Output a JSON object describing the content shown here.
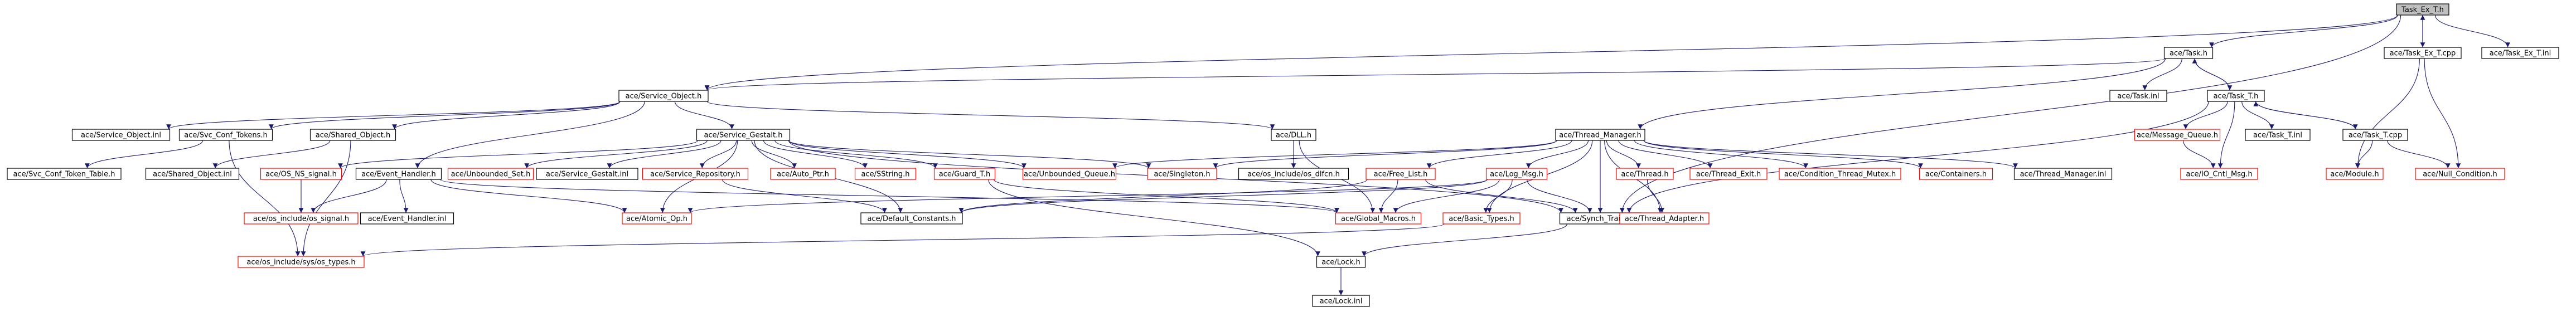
{
  "diagram": {
    "colors": {
      "edge": "#191970",
      "red_border": "#ff0000",
      "black_border": "#000000",
      "root_fill": "#bfbfbf"
    },
    "nodes": [
      {
        "id": "task_ex_t_h",
        "label": "Task_Ex_T.h",
        "style": "root"
      },
      {
        "id": "task_h",
        "label": "ace/Task.h",
        "style": "black"
      },
      {
        "id": "task_ex_t_cpp",
        "label": "ace/Task_Ex_T.cpp",
        "style": "black"
      },
      {
        "id": "task_ex_t_inl",
        "label": "ace/Task_Ex_T.inl",
        "style": "black"
      },
      {
        "id": "service_object_h",
        "label": "ace/Service_Object.h",
        "style": "black"
      },
      {
        "id": "task_inl",
        "label": "ace/Task.inl",
        "style": "black"
      },
      {
        "id": "task_t_h",
        "label": "ace/Task_T.h",
        "style": "black"
      },
      {
        "id": "service_object_inl",
        "label": "ace/Service_Object.inl",
        "style": "black"
      },
      {
        "id": "svc_conf_tokens_h",
        "label": "ace/Svc_Conf_Tokens.h",
        "style": "black"
      },
      {
        "id": "shared_object_h",
        "label": "ace/Shared_Object.h",
        "style": "black"
      },
      {
        "id": "service_gestalt_h",
        "label": "ace/Service_Gestalt.h",
        "style": "black"
      },
      {
        "id": "dll_h",
        "label": "ace/DLL.h",
        "style": "black"
      },
      {
        "id": "thread_manager_h",
        "label": "ace/Thread_Manager.h",
        "style": "black"
      },
      {
        "id": "message_queue_h",
        "label": "ace/Message_Queue.h",
        "style": "red"
      },
      {
        "id": "task_t_inl",
        "label": "ace/Task_T.inl",
        "style": "black"
      },
      {
        "id": "task_t_cpp",
        "label": "ace/Task_T.cpp",
        "style": "black"
      },
      {
        "id": "svc_conf_token_table_h",
        "label": "ace/Svc_Conf_Token_Table.h",
        "style": "black"
      },
      {
        "id": "shared_object_inl",
        "label": "ace/Shared_Object.inl",
        "style": "black"
      },
      {
        "id": "os_ns_signal_h",
        "label": "ace/OS_NS_signal.h",
        "style": "red"
      },
      {
        "id": "event_handler_h",
        "label": "ace/Event_Handler.h",
        "style": "black"
      },
      {
        "id": "unbounded_set_h",
        "label": "ace/Unbounded_Set.h",
        "style": "red"
      },
      {
        "id": "service_gestalt_inl",
        "label": "ace/Service_Gestalt.inl",
        "style": "black"
      },
      {
        "id": "service_repository_h",
        "label": "ace/Service_Repository.h",
        "style": "red"
      },
      {
        "id": "auto_ptr_h",
        "label": "ace/Auto_Ptr.h",
        "style": "red"
      },
      {
        "id": "sstring_h",
        "label": "ace/SString.h",
        "style": "red"
      },
      {
        "id": "guard_t_h",
        "label": "ace/Guard_T.h",
        "style": "red"
      },
      {
        "id": "unbounded_queue_h",
        "label": "ace/Unbounded_Queue.h",
        "style": "red"
      },
      {
        "id": "singleton_h",
        "label": "ace/Singleton.h",
        "style": "red"
      },
      {
        "id": "os_include_os_dlfcn_h",
        "label": "ace/os_include/os_dlfcn.h",
        "style": "black"
      },
      {
        "id": "free_list_h",
        "label": "ace/Free_List.h",
        "style": "red"
      },
      {
        "id": "log_msg_h",
        "label": "ace/Log_Msg.h",
        "style": "red"
      },
      {
        "id": "thread_h",
        "label": "ace/Thread.h",
        "style": "red"
      },
      {
        "id": "thread_exit_h",
        "label": "ace/Thread_Exit.h",
        "style": "red"
      },
      {
        "id": "condition_thread_mutex_h",
        "label": "ace/Condition_Thread_Mutex.h",
        "style": "red"
      },
      {
        "id": "containers_h",
        "label": "ace/Containers.h",
        "style": "red"
      },
      {
        "id": "thread_manager_inl",
        "label": "ace/Thread_Manager.inl",
        "style": "black"
      },
      {
        "id": "io_cntl_msg_h",
        "label": "ace/IO_Cntl_Msg.h",
        "style": "red"
      },
      {
        "id": "task_t_cpp_label_dup",
        "label": "ace/Task_T.inl",
        "style": "black"
      },
      {
        "id": "module_h",
        "label": "ace/Module.h",
        "style": "red"
      },
      {
        "id": "null_condition_h",
        "label": "ace/Null_Condition.h",
        "style": "red"
      },
      {
        "id": "os_include_os_signal_h",
        "label": "ace/os_include/os_signal.h",
        "style": "red"
      },
      {
        "id": "event_handler_inl",
        "label": "ace/Event_Handler.inl",
        "style": "black"
      },
      {
        "id": "atomic_op_h",
        "label": "ace/Atomic_Op.h",
        "style": "red"
      },
      {
        "id": "default_constants_h",
        "label": "ace/Default_Constants.h",
        "style": "black"
      },
      {
        "id": "global_macros_h",
        "label": "ace/Global_Macros.h",
        "style": "red"
      },
      {
        "id": "basic_types_h",
        "label": "ace/Basic_Types.h",
        "style": "red"
      },
      {
        "id": "synch_traits_h",
        "label": "ace/Synch_Traits.h",
        "style": "black"
      },
      {
        "id": "thread_adapter_h",
        "label": "ace/Thread_Adapter.h",
        "style": "red"
      },
      {
        "id": "os_include_sys_os_types_h",
        "label": "ace/os_include/sys/os_types.h",
        "style": "red"
      },
      {
        "id": "lock_h",
        "label": "ace/Lock.h",
        "style": "black"
      },
      {
        "id": "lock_inl",
        "label": "ace/Lock.inl",
        "style": "black"
      }
    ],
    "edges": [
      [
        "task_ex_t_h",
        "task_h"
      ],
      [
        "task_ex_t_h",
        "task_ex_t_cpp"
      ],
      [
        "task_ex_t_h",
        "task_ex_t_inl"
      ],
      [
        "task_ex_t_h",
        "service_object_h"
      ],
      [
        "task_ex_t_h",
        "synch_traits_h"
      ],
      [
        "task_ex_t_cpp",
        "task_ex_t_h"
      ],
      [
        "task_ex_t_cpp",
        "module_h"
      ],
      [
        "task_ex_t_cpp",
        "null_condition_h"
      ],
      [
        "task_h",
        "service_object_h"
      ],
      [
        "task_h",
        "task_inl"
      ],
      [
        "task_h",
        "task_t_h"
      ],
      [
        "task_h",
        "thread_manager_h"
      ],
      [
        "task_t_h",
        "task_h"
      ],
      [
        "task_t_h",
        "message_queue_h"
      ],
      [
        "task_t_h",
        "task_t_inl"
      ],
      [
        "task_t_h",
        "task_t_cpp"
      ],
      [
        "task_t_h",
        "synch_traits_h"
      ],
      [
        "task_t_h",
        "io_cntl_msg_h"
      ],
      [
        "task_t_cpp",
        "task_t_h"
      ],
      [
        "task_t_cpp",
        "module_h"
      ],
      [
        "task_t_cpp",
        "null_condition_h"
      ],
      [
        "message_queue_h",
        "io_cntl_msg_h"
      ],
      [
        "service_object_h",
        "service_object_inl"
      ],
      [
        "service_object_h",
        "svc_conf_tokens_h"
      ],
      [
        "service_object_h",
        "shared_object_h"
      ],
      [
        "service_object_h",
        "service_gestalt_h"
      ],
      [
        "service_object_h",
        "dll_h"
      ],
      [
        "service_object_h",
        "event_handler_h"
      ],
      [
        "svc_conf_tokens_h",
        "svc_conf_token_table_h"
      ],
      [
        "svc_conf_tokens_h",
        "os_include_sys_os_types_h"
      ],
      [
        "shared_object_h",
        "shared_object_inl"
      ],
      [
        "shared_object_h",
        "os_include_sys_os_types_h"
      ],
      [
        "service_gestalt_h",
        "os_ns_signal_h"
      ],
      [
        "service_gestalt_h",
        "unbounded_set_h"
      ],
      [
        "service_gestalt_h",
        "service_gestalt_inl"
      ],
      [
        "service_gestalt_h",
        "service_repository_h"
      ],
      [
        "service_gestalt_h",
        "auto_ptr_h"
      ],
      [
        "service_gestalt_h",
        "sstring_h"
      ],
      [
        "service_gestalt_h",
        "guard_t_h"
      ],
      [
        "service_gestalt_h",
        "unbounded_queue_h"
      ],
      [
        "service_gestalt_h",
        "singleton_h"
      ],
      [
        "service_gestalt_h",
        "atomic_op_h"
      ],
      [
        "service_gestalt_h",
        "default_constants_h"
      ],
      [
        "service_gestalt_h",
        "synch_traits_h"
      ],
      [
        "dll_h",
        "os_include_os_dlfcn_h"
      ],
      [
        "dll_h",
        "global_macros_h"
      ],
      [
        "thread_manager_h",
        "singleton_h"
      ],
      [
        "thread_manager_h",
        "unbounded_queue_h"
      ],
      [
        "thread_manager_h",
        "free_list_h"
      ],
      [
        "thread_manager_h",
        "log_msg_h"
      ],
      [
        "thread_manager_h",
        "thread_h"
      ],
      [
        "thread_manager_h",
        "thread_exit_h"
      ],
      [
        "thread_manager_h",
        "condition_thread_mutex_h"
      ],
      [
        "thread_manager_h",
        "containers_h"
      ],
      [
        "thread_manager_h",
        "thread_manager_inl"
      ],
      [
        "thread_manager_h",
        "synch_traits_h"
      ],
      [
        "thread_manager_h",
        "thread_adapter_h"
      ],
      [
        "thread_manager_h",
        "basic_types_h"
      ],
      [
        "os_ns_signal_h",
        "os_include_os_signal_h"
      ],
      [
        "event_handler_h",
        "os_include_os_signal_h"
      ],
      [
        "event_handler_h",
        "event_handler_inl"
      ],
      [
        "event_handler_h",
        "atomic_op_h"
      ],
      [
        "event_handler_h",
        "global_macros_h"
      ],
      [
        "free_list_h",
        "default_constants_h"
      ],
      [
        "free_list_h",
        "global_macros_h"
      ],
      [
        "free_list_h",
        "synch_traits_h"
      ],
      [
        "log_msg_h",
        "default_constants_h"
      ],
      [
        "log_msg_h",
        "global_macros_h"
      ],
      [
        "log_msg_h",
        "atomic_op_h"
      ],
      [
        "log_msg_h",
        "basic_types_h"
      ],
      [
        "log_msg_h",
        "synch_traits_h"
      ],
      [
        "thread_h",
        "thread_adapter_h"
      ],
      [
        "guard_t_h",
        "lock_h"
      ],
      [
        "guard_t_h",
        "global_macros_h"
      ],
      [
        "service_repository_h",
        "default_constants_h"
      ],
      [
        "basic_types_h",
        "os_include_sys_os_types_h"
      ],
      [
        "synch_traits_h",
        "lock_h"
      ],
      [
        "lock_h",
        "lock_inl"
      ]
    ]
  }
}
